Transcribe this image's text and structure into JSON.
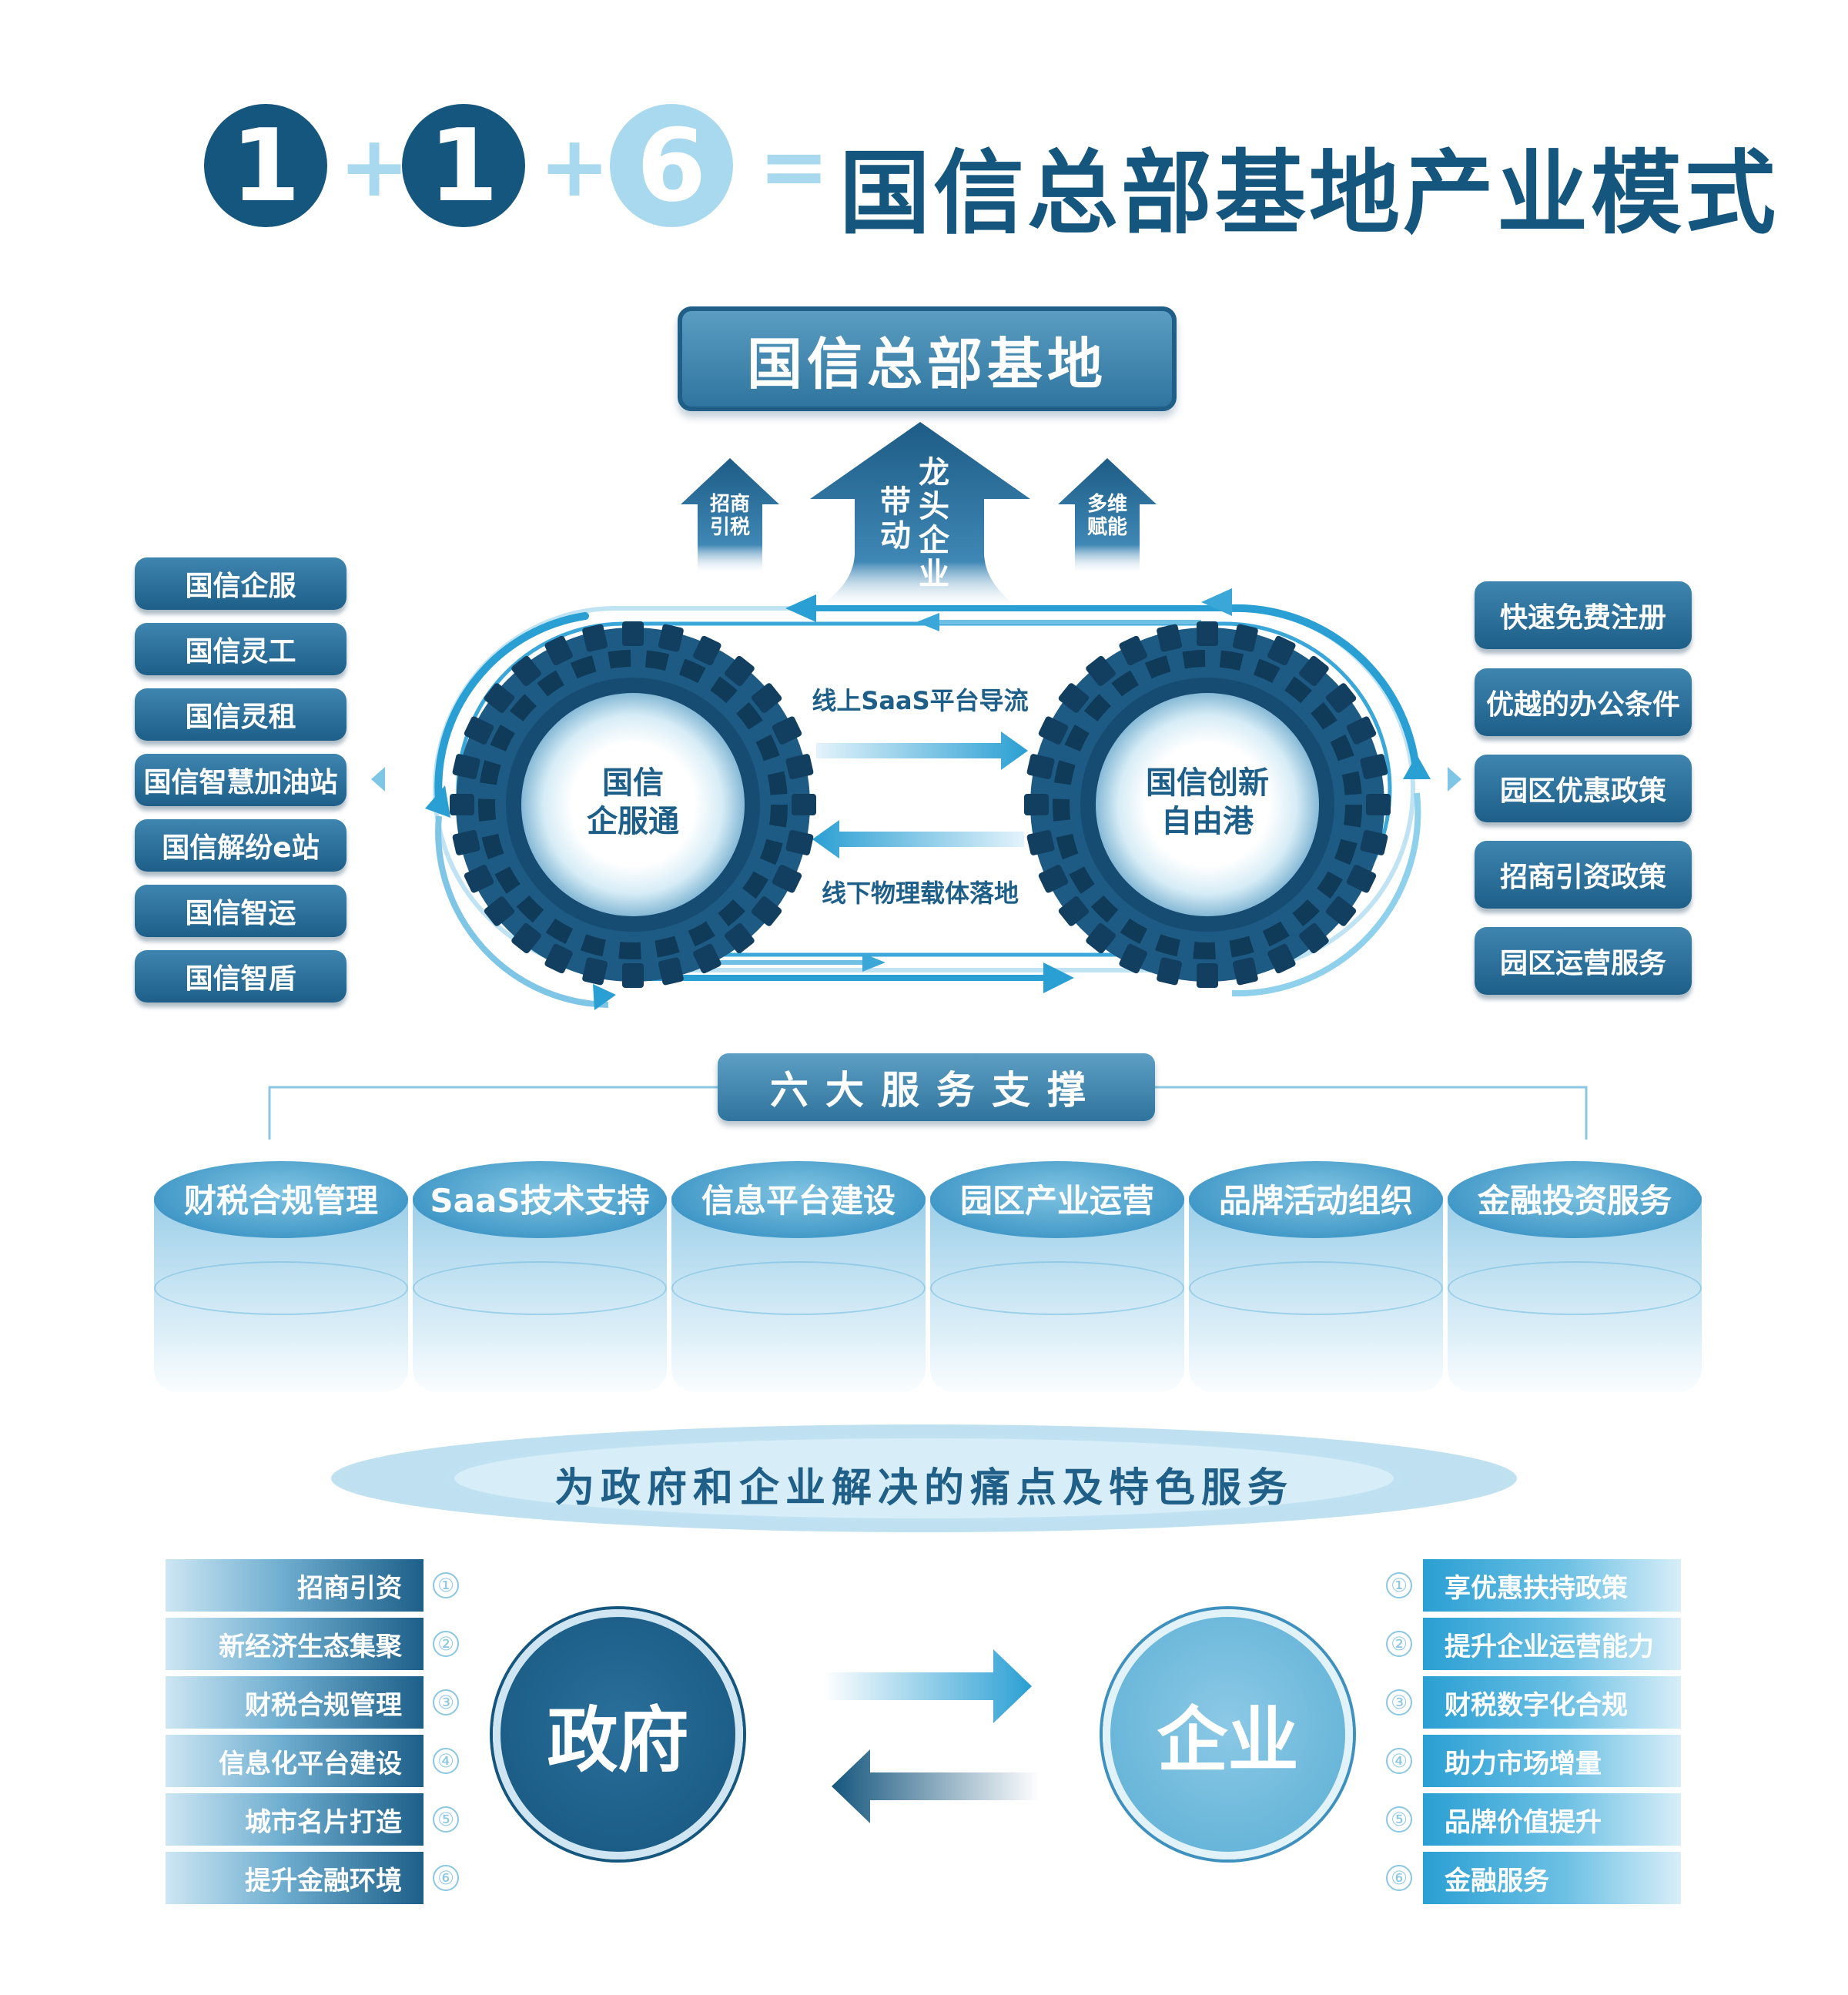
{
  "header": {
    "n1": "1",
    "plus1": "+",
    "n2": "1",
    "plus2": "+",
    "n3": "6",
    "equals": "=",
    "title": "国信总部基地产业模式"
  },
  "hub_title": "国信总部基地",
  "arrows": {
    "left": [
      "招商",
      "引税"
    ],
    "center_right_col": [
      "龙",
      "头",
      "企",
      "业"
    ],
    "center_left_col": [
      "带",
      "动"
    ],
    "right": [
      "多维",
      "赋能"
    ]
  },
  "left_list": [
    "国信企服",
    "国信灵工",
    "国信灵租",
    "国信智慧加油站",
    "国信解纷e站",
    "国信智运",
    "国信智盾"
  ],
  "right_list": [
    "快速免费注册",
    "优越的办公条件",
    "园区优惠政策",
    "招商引资政策",
    "园区运营服务"
  ],
  "gears": {
    "left": [
      "国信",
      "企服通"
    ],
    "right": [
      "国信创新",
      "自由港"
    ],
    "top_flow": "线上SaaS平台导流",
    "bottom_flow": "线下物理载体落地"
  },
  "six_services": {
    "title": "六大服务支撑",
    "items": [
      "财税合规管理",
      "SaaS技术支持",
      "信息平台建设",
      "园区产业运营",
      "品牌活动组织",
      "金融投资服务"
    ]
  },
  "banner": "为政府和企业解决的痛点及特色服务",
  "government": {
    "label": "政府",
    "items": [
      "招商引资",
      "新经济生态集聚",
      "财税合规管理",
      "信息化平台建设",
      "城市名片打造",
      "提升金融环境"
    ]
  },
  "enterprise": {
    "label": "企业",
    "items": [
      "享优惠扶持政策",
      "提升企业运营能力",
      "财税数字化合规",
      "助力市场增量",
      "品牌价值提升",
      "金融服务"
    ]
  },
  "numbers": [
    "①",
    "②",
    "③",
    "④",
    "⑤",
    "⑥"
  ],
  "colors": {
    "dark_blue": "#15567e",
    "mid_blue": "#2f759f",
    "light_blue": "#a9d9ee",
    "cyan": "#2a9fd3"
  }
}
